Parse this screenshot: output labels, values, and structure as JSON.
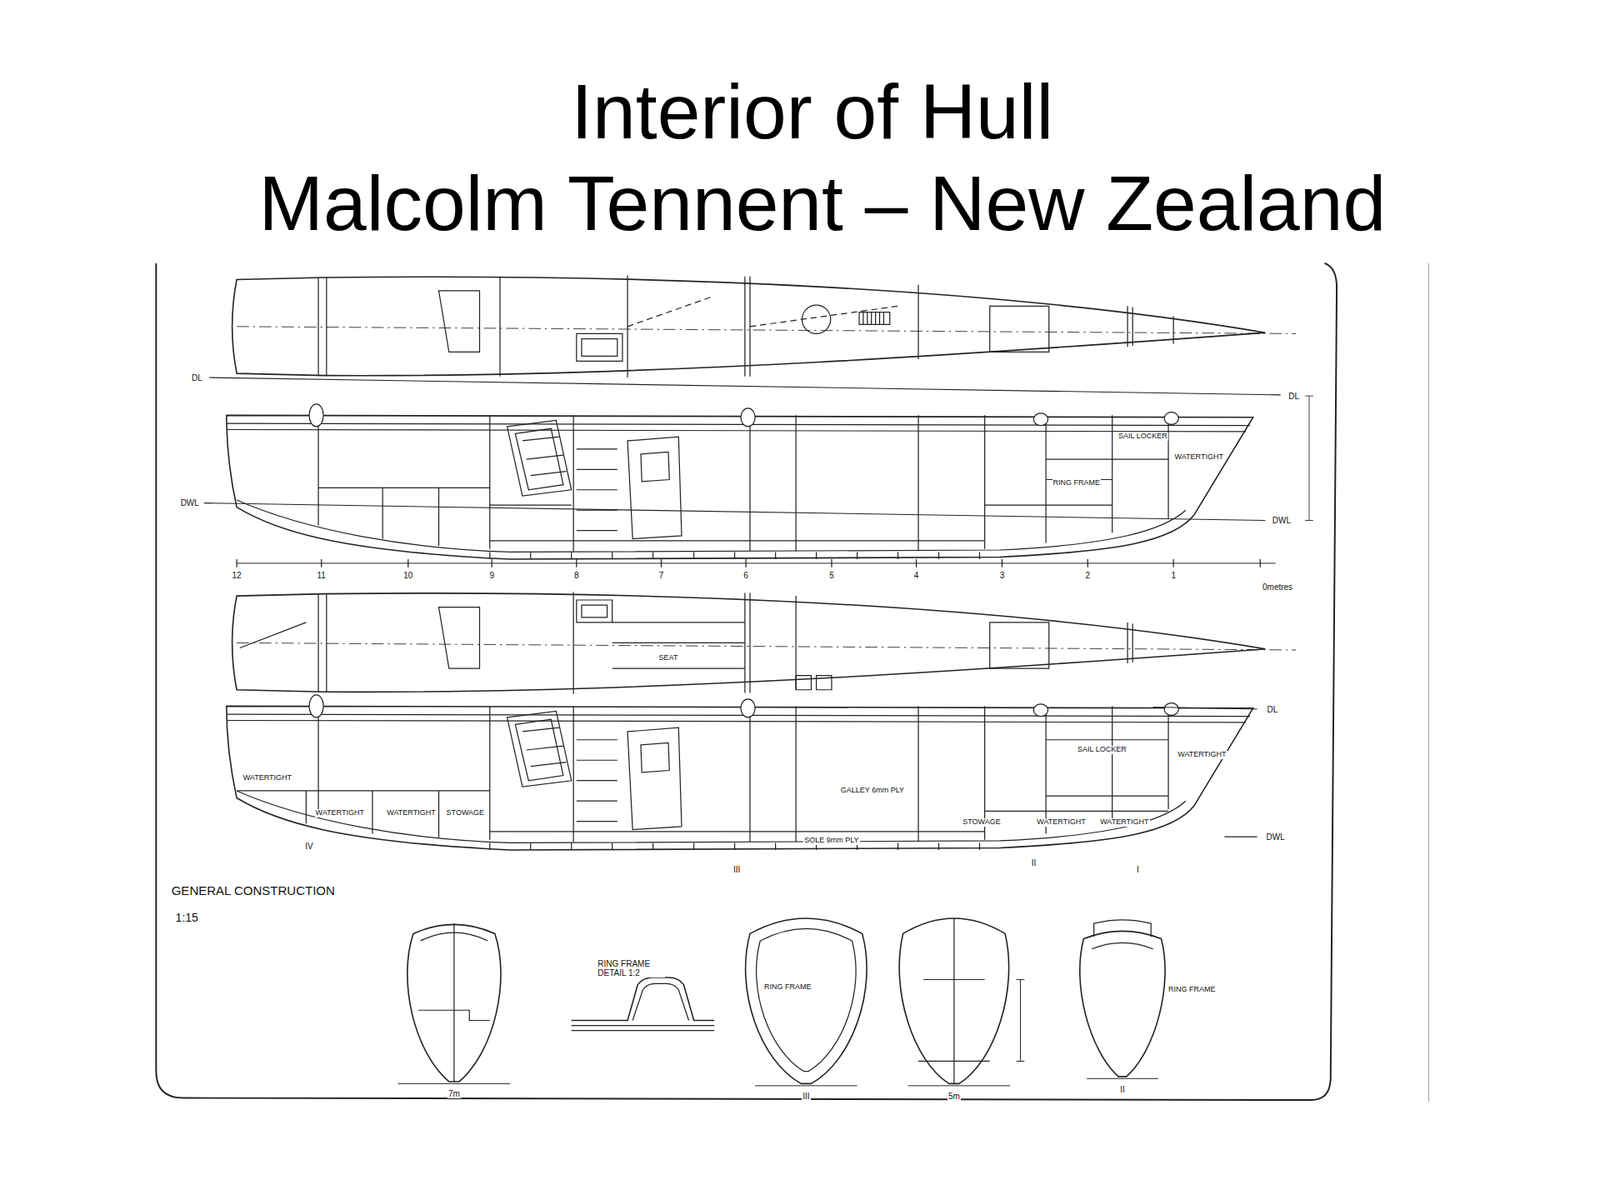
{
  "diagram": {
    "title": "Interior of Hull",
    "labels": [
      "Malcolm Tennent – New Zealand",
      "DL",
      "DWL",
      "DL",
      "DWL",
      "12",
      "11",
      "10",
      "9",
      "8",
      "7",
      "6",
      "5",
      "4",
      "3",
      "2",
      "1",
      "0metres",
      "DL",
      "DWL",
      "IV",
      "III",
      "II",
      "I",
      "SAIL LOCKER",
      "WATERTIGHT",
      "RING FRAME",
      "SEAT",
      "SAIL LOCKER",
      "WATERTIGHT",
      "WATERTIGHT",
      "WATERTIGHT",
      "WATERTIGHT",
      "STOWAGE",
      "GALLEY 6mm PLY",
      "STOWAGE",
      "WATERTIGHT",
      "WATERTIGHT",
      "SOLE 9mm PLY",
      "GENERAL CONSTRUCTION",
      "1:15",
      "RING FRAME DETAIL 1:2",
      "7m",
      "III",
      "5m",
      "II",
      "RING FRAME",
      "RING FRAME"
    ]
  }
}
